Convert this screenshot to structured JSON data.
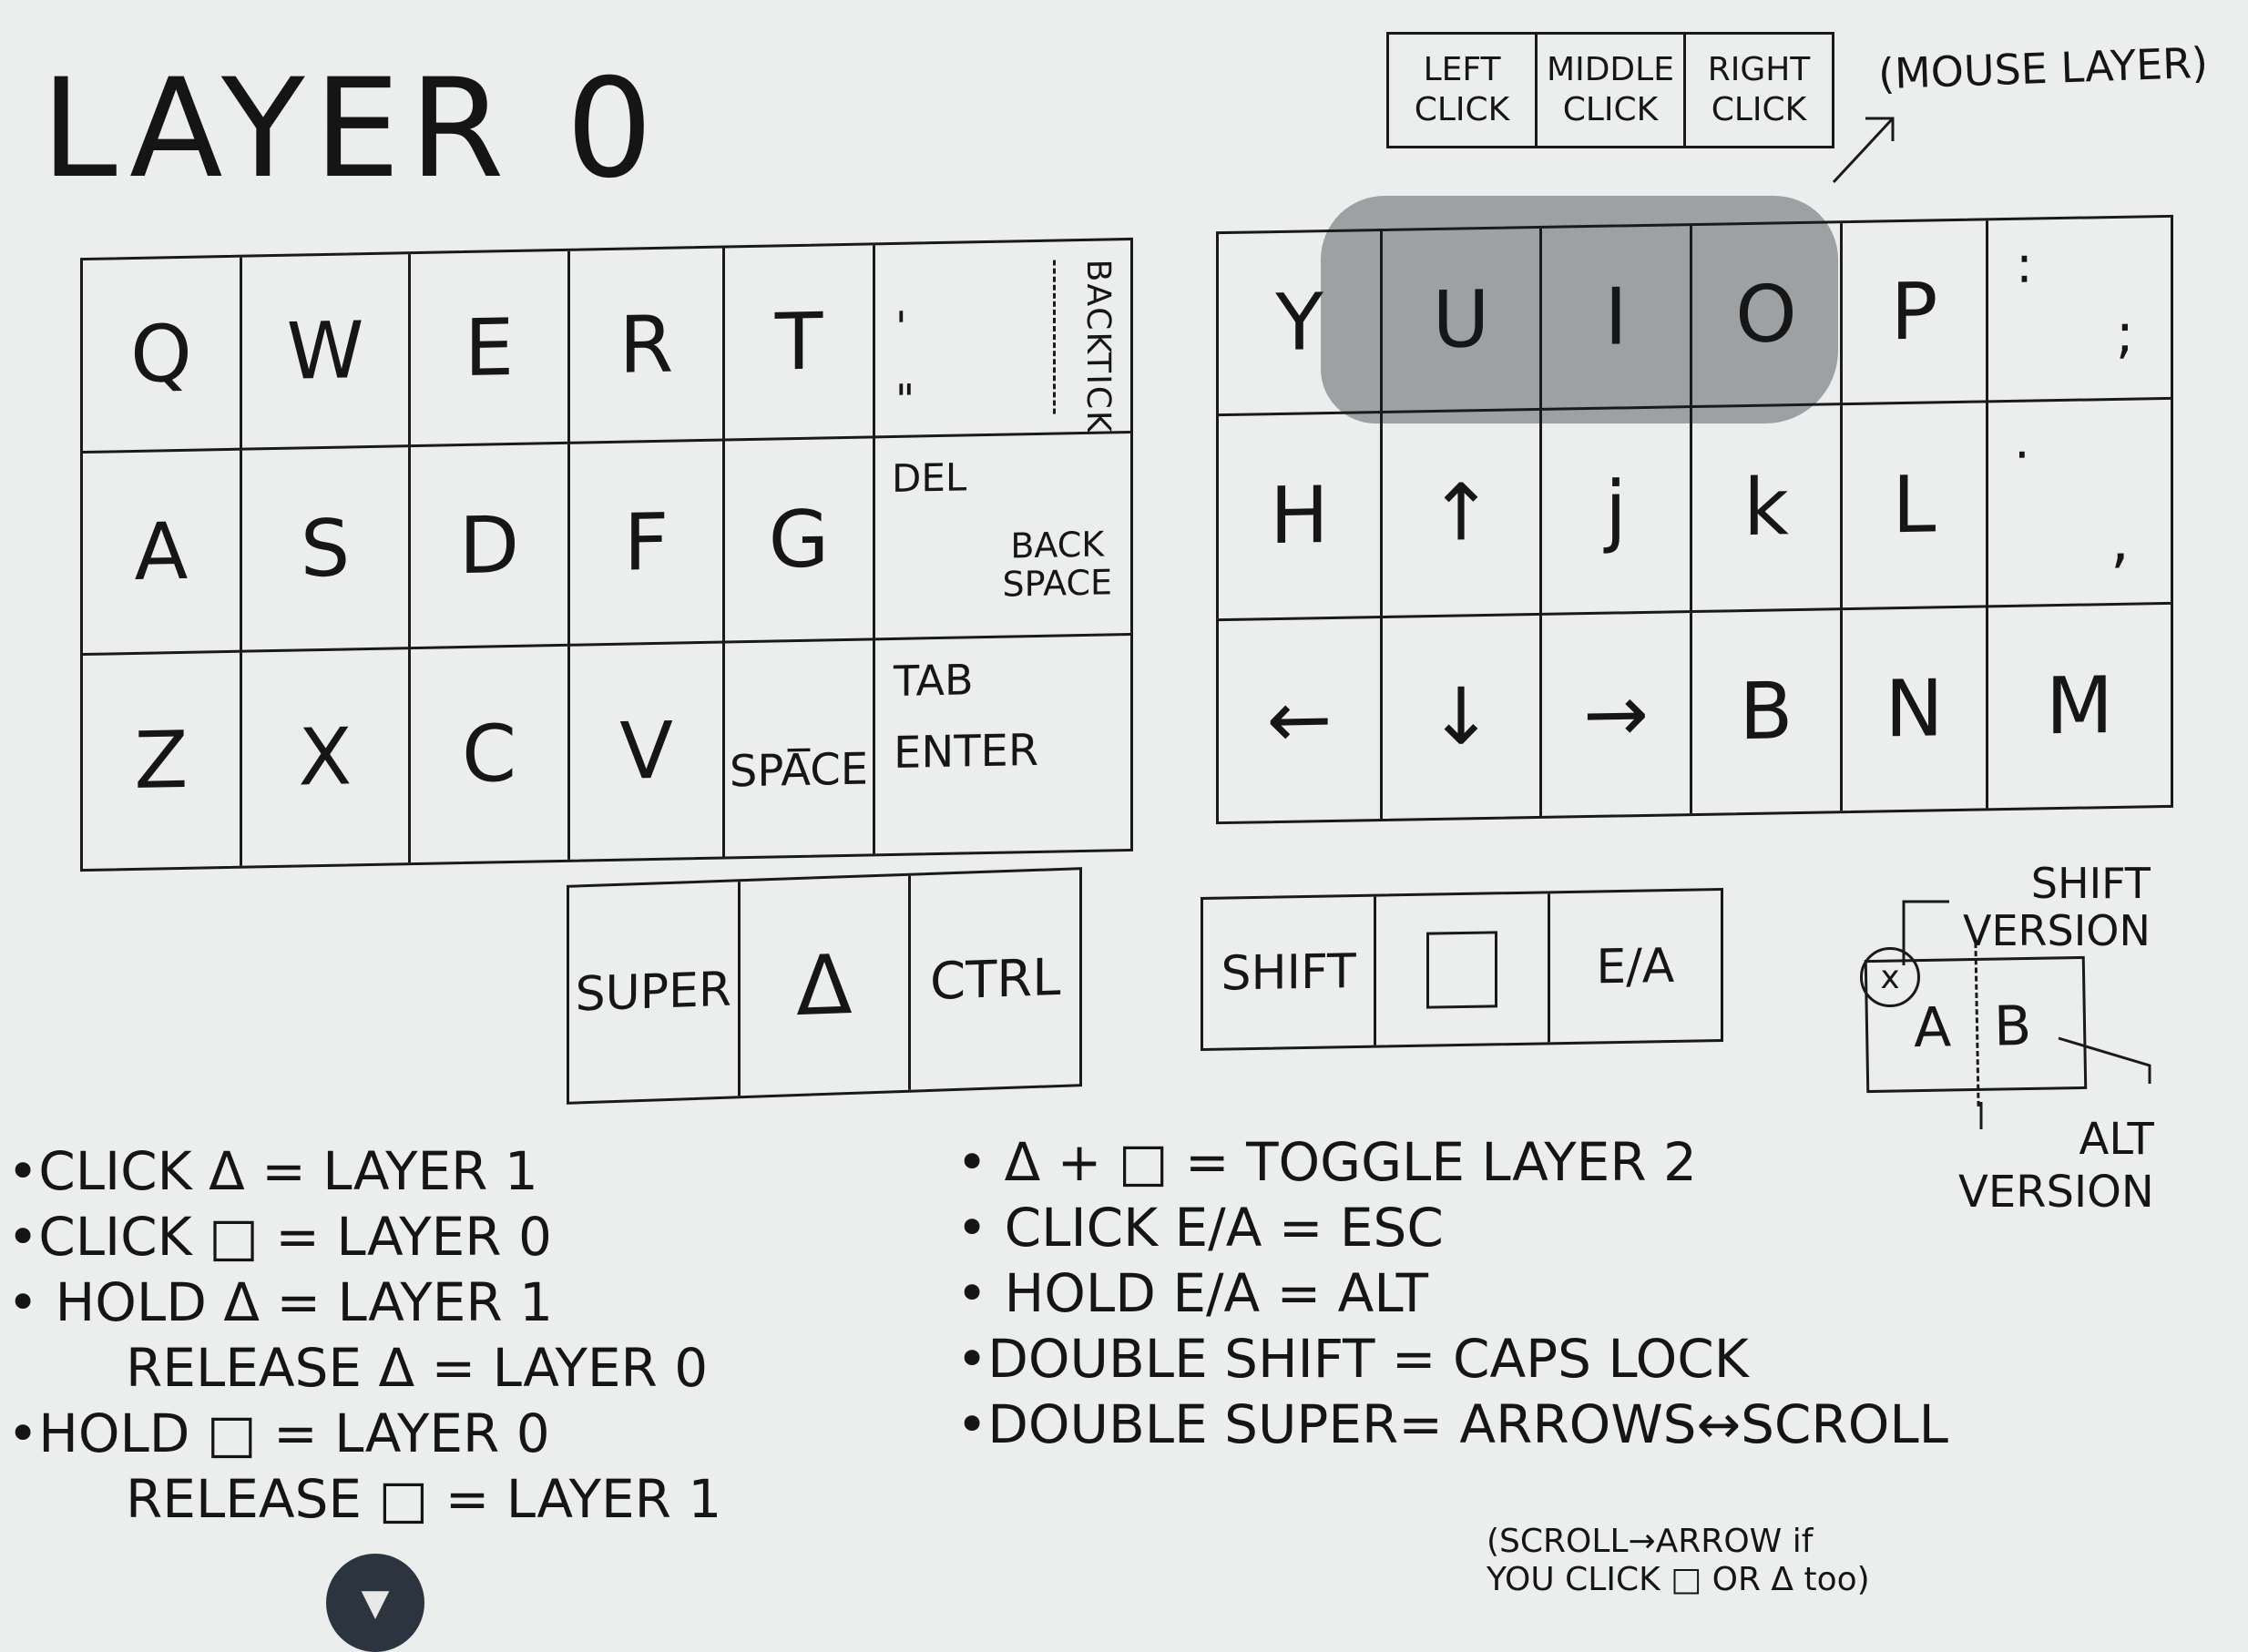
{
  "title": "LAYER 0",
  "mouse_buttons": {
    "left": [
      "LEFT",
      "CLICK"
    ],
    "middle": [
      "MIDDLE",
      "CLICK"
    ],
    "right": [
      "RIGHT",
      "CLICK"
    ],
    "layer_label": "(MOUSE LAYER)"
  },
  "left_grid": {
    "row1": [
      "Q",
      "W",
      "E",
      "R",
      "T"
    ],
    "row1_special": {
      "quote_top": "'",
      "quote_bottom": "\"",
      "backtick": "BACKTICK"
    },
    "row2": [
      "A",
      "S",
      "D",
      "F",
      "G"
    ],
    "row2_special": {
      "del": "DEL",
      "backspace": [
        "BACK",
        "SPACE"
      ]
    },
    "row3": [
      "Z",
      "X",
      "C",
      "V"
    ],
    "space_key": {
      "underscore": "_",
      "label": "SPACE"
    },
    "row3_special": {
      "tab": "TAB",
      "enter": "ENTER"
    }
  },
  "right_grid": {
    "row1": [
      "Y",
      "U",
      "I",
      "O",
      "P"
    ],
    "row1_special": {
      "colon": ":",
      "semicolon": ";"
    },
    "row2": [
      "H",
      "↑",
      "j",
      "k",
      "L"
    ],
    "row2_special": {
      "dot": ".",
      "comma": ","
    },
    "row3": [
      "←",
      "↓",
      "→",
      "B",
      "N",
      "M"
    ]
  },
  "thumbs_left": [
    "SUPER",
    "Δ",
    "CTRL"
  ],
  "thumbs_right": {
    "shift": "SHIFT",
    "square": "□",
    "ea": "E/A"
  },
  "legend": {
    "circle": "x",
    "a": "A",
    "b": "B",
    "shift_version": [
      "SHIFT",
      "VERSION"
    ],
    "alt_version": [
      "ALT",
      "VERSION"
    ]
  },
  "notes_left": [
    "•CLICK Δ = LAYER 1",
    "•CLICK □ = LAYER 0",
    "• HOLD Δ = LAYER 1",
    "RELEASE Δ = LAYER 0",
    "•HOLD □ = LAYER 0",
    "RELEASE □ = LAYER 1"
  ],
  "notes_right": [
    "• Δ + □ = TOGGLE LAYER 2",
    "• CLICK E/A = ESC",
    "• HOLD E/A = ALT",
    "•DOUBLE SHIFT = CAPS LOCK",
    "•DOUBLE SUPER= ARROWS↔SCROLL"
  ],
  "note_small": [
    "(SCROLL→ARROW if",
    "YOU CLICK □ OR Δ too)"
  ],
  "nav_icon": "▼"
}
